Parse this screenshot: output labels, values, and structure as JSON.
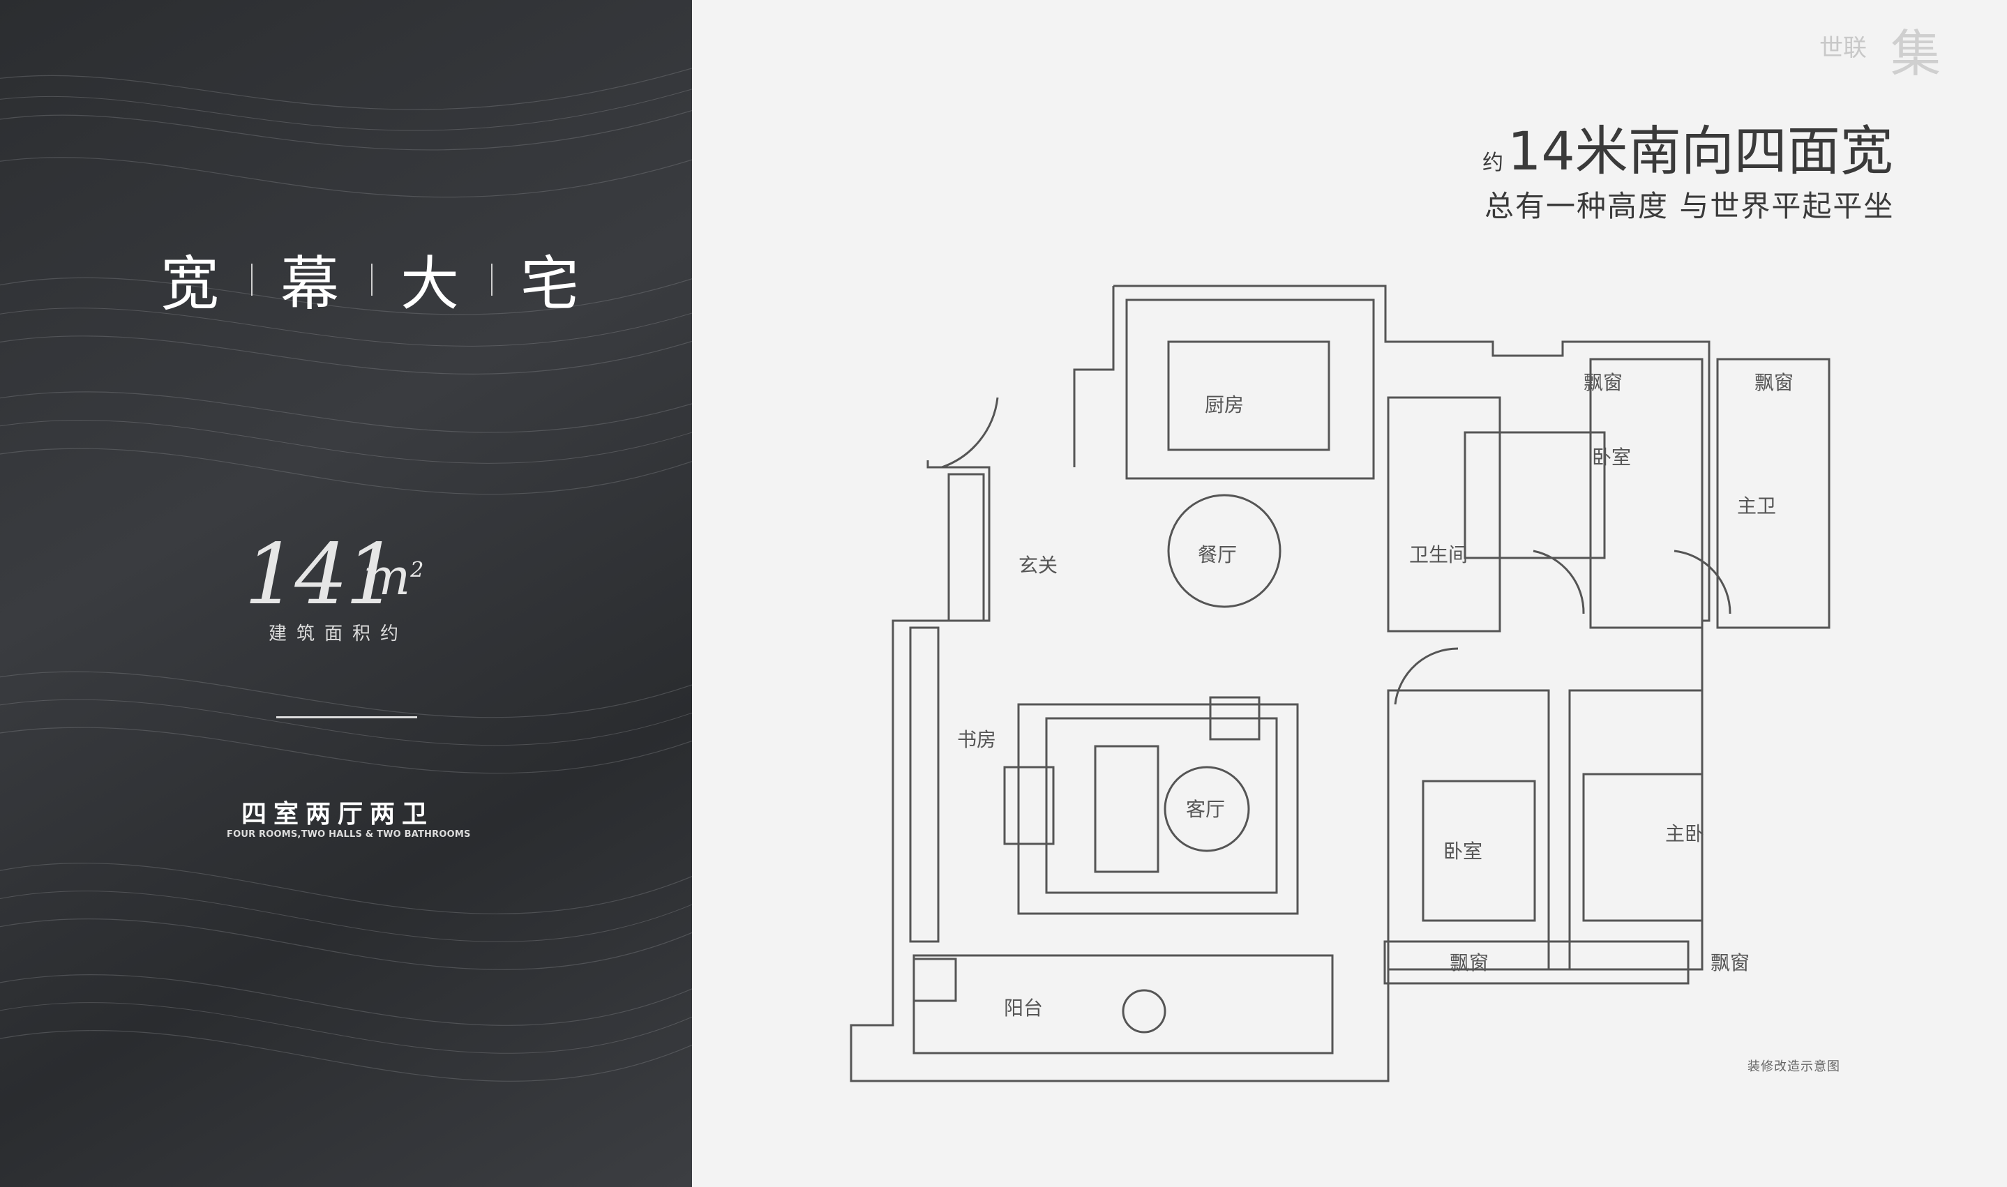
{
  "brand": {
    "logo_text": "世联",
    "logo_sub": "",
    "logo_big": "集"
  },
  "left_panel": {
    "title_chars": [
      "宽",
      "幕",
      "大",
      "宅"
    ],
    "area_value": "141",
    "area_unit": "m",
    "area_sup": "2",
    "area_label": "建筑面积约",
    "layout_cn": "四室两厅两卫",
    "layout_en": "FOUR ROOMS,TWO HALLS & TWO BATHROOMS"
  },
  "headline": {
    "prefix": "约",
    "main": "14米南向四面宽",
    "sub": "总有一种高度  与世界平起平坐"
  },
  "rooms": {
    "kitchen": "厨房",
    "dining": "餐厅",
    "entrance": "玄关",
    "bathroom": "卫生间",
    "bedroom_n": "卧室",
    "bay_window_1": "飘窗",
    "bay_window_2": "飘窗",
    "master_bath": "主卫",
    "study": "书房",
    "living": "客厅",
    "bedroom_s": "卧室",
    "master_bedroom": "主卧",
    "balcony": "阳台",
    "bay_window_3": "飘窗",
    "bay_window_4": "飘窗"
  },
  "note": "装修改造示意图",
  "colors": {
    "panel_dark": "#2e3033",
    "plan_line": "#555555",
    "background": "#f3f3f3"
  }
}
